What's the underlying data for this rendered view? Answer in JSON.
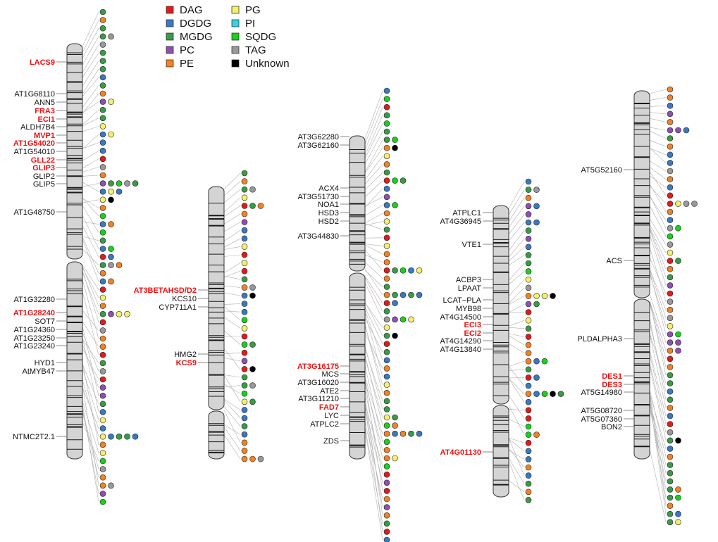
{
  "legend": [
    {
      "key": "DAG",
      "label": "DAG",
      "color": "#e31a1c"
    },
    {
      "key": "DGDG",
      "label": "DGDG",
      "color": "#3b78c2"
    },
    {
      "key": "MGDG",
      "label": "MGDG",
      "color": "#3a9b46"
    },
    {
      "key": "PC",
      "label": "PC",
      "color": "#8e4fb0"
    },
    {
      "key": "PE",
      "label": "PE",
      "color": "#f28222"
    },
    {
      "key": "PG",
      "label": "PG",
      "color": "#f3f06e"
    },
    {
      "key": "PI",
      "label": "PI",
      "color": "#35d2e0"
    },
    {
      "key": "SQDG",
      "label": "SQDG",
      "color": "#18d11a"
    },
    {
      "key": "TAG",
      "label": "TAG",
      "color": "#999999"
    },
    {
      "key": "Unknown",
      "label": "Unknown",
      "color": "#000000"
    }
  ],
  "chromosomes": [
    {
      "id": "chr1",
      "arms": [
        [
          62,
          368
        ],
        [
          372,
          652
        ]
      ],
      "genes": [
        {
          "name": "LACS9",
          "highlight": true,
          "pos": 88
        },
        {
          "name": "AT1G68110",
          "pos": 133
        },
        {
          "name": "ANN5",
          "pos": 145
        },
        {
          "name": "FRA3",
          "highlight": true,
          "pos": 157
        },
        {
          "name": "ECI1",
          "highlight": true,
          "pos": 169
        },
        {
          "name": "ALDH7B4",
          "pos": 180
        },
        {
          "name": "MVP1",
          "highlight": true,
          "pos": 192
        },
        {
          "name": "AT1G54020",
          "highlight": true,
          "pos": 203
        },
        {
          "name": "AT1G54010",
          "pos": 215
        },
        {
          "name": "GLL22",
          "highlight": true,
          "pos": 227
        },
        {
          "name": "GLIP3",
          "highlight": true,
          "pos": 238
        },
        {
          "name": "GLIP2",
          "pos": 250
        },
        {
          "name": "GLIP5",
          "pos": 261
        },
        {
          "name": "AT1G48750",
          "pos": 301
        },
        {
          "name": "AT1G32280",
          "pos": 425
        },
        {
          "name": "AT1G28240",
          "highlight": true,
          "pos": 444
        },
        {
          "name": "SOT7",
          "pos": 456
        },
        {
          "name": "AT1G24360",
          "pos": 468
        },
        {
          "name": "AT1G23250",
          "pos": 480
        },
        {
          "name": "AT1G23240",
          "pos": 491
        },
        {
          "name": "HYD1",
          "pos": 515
        },
        {
          "name": "AtMYB47",
          "pos": 527
        },
        {
          "name": "NTMC2T2.1",
          "pos": 620
        }
      ]
    },
    {
      "id": "chr2",
      "arms": [
        [
          265,
          582
        ],
        [
          584,
          652
        ]
      ],
      "genes": [
        {
          "name": "AT3BETAHSD/D2",
          "highlight": true,
          "pos": 412
        },
        {
          "name": "KCS10",
          "pos": 424
        },
        {
          "name": "CYP711A1",
          "pos": 436
        },
        {
          "name": "HMG2",
          "pos": 503
        },
        {
          "name": "KCS9",
          "highlight": true,
          "pos": 515
        }
      ]
    },
    {
      "id": "chr3",
      "arms": [
        [
          193,
          385
        ],
        [
          388,
          652
        ]
      ],
      "genes": [
        {
          "name": "AT3G62280",
          "pos": 194
        },
        {
          "name": "AT3G62160",
          "pos": 206
        },
        {
          "name": "ACX4",
          "pos": 267
        },
        {
          "name": "AT3G51730",
          "pos": 279
        },
        {
          "name": "NOA1",
          "pos": 290
        },
        {
          "name": "HSD3",
          "pos": 302
        },
        {
          "name": "HSD2",
          "pos": 314
        },
        {
          "name": "AT3G44830",
          "pos": 335
        },
        {
          "name": "AT3G16175",
          "highlight": true,
          "pos": 520
        },
        {
          "name": "MCS",
          "pos": 531
        },
        {
          "name": "AT3G16020",
          "pos": 543
        },
        {
          "name": "ATE2",
          "pos": 555
        },
        {
          "name": "AT3G11210",
          "pos": 566
        },
        {
          "name": "FAD7",
          "highlight": true,
          "pos": 578
        },
        {
          "name": "LYC",
          "pos": 590
        },
        {
          "name": "ATPLC2",
          "pos": 602
        },
        {
          "name": "ZDS",
          "pos": 626
        }
      ]
    },
    {
      "id": "chr4",
      "arms": [
        [
          292,
          574
        ],
        [
          576,
          706
        ]
      ],
      "genes": [
        {
          "name": "ATPLC1",
          "pos": 302
        },
        {
          "name": "AT4G36945",
          "pos": 314
        },
        {
          "name": "VTE1",
          "pos": 347
        },
        {
          "name": "ACBP3",
          "pos": 397
        },
        {
          "name": "LPAAT",
          "pos": 409
        },
        {
          "name": "LCAT−PLA",
          "pos": 426
        },
        {
          "name": "MYB98",
          "pos": 438
        },
        {
          "name": "AT4G14500",
          "pos": 450
        },
        {
          "name": "ECI3",
          "highlight": true,
          "pos": 461
        },
        {
          "name": "ECI2",
          "highlight": true,
          "pos": 473
        },
        {
          "name": "AT4G14290",
          "pos": 484
        },
        {
          "name": "AT4G13840",
          "pos": 496
        },
        {
          "name": "AT4G01130",
          "highlight": true,
          "pos": 642
        }
      ]
    },
    {
      "id": "chr5",
      "arms": [
        [
          129,
          423
        ],
        [
          425,
          652
        ]
      ],
      "genes": [
        {
          "name": "AT5G52160",
          "pos": 241
        },
        {
          "name": "ACS",
          "pos": 370
        },
        {
          "name": "PLDALPHA3",
          "pos": 481
        },
        {
          "name": "DES1",
          "highlight": true,
          "pos": 534
        },
        {
          "name": "DES3",
          "highlight": true,
          "pos": 546
        },
        {
          "name": "AT5G14980",
          "pos": 557
        },
        {
          "name": "AT5G08720",
          "pos": 583
        },
        {
          "name": "AT5G07360",
          "pos": 595
        },
        {
          "name": "BON2",
          "pos": 606
        }
      ]
    }
  ]
}
